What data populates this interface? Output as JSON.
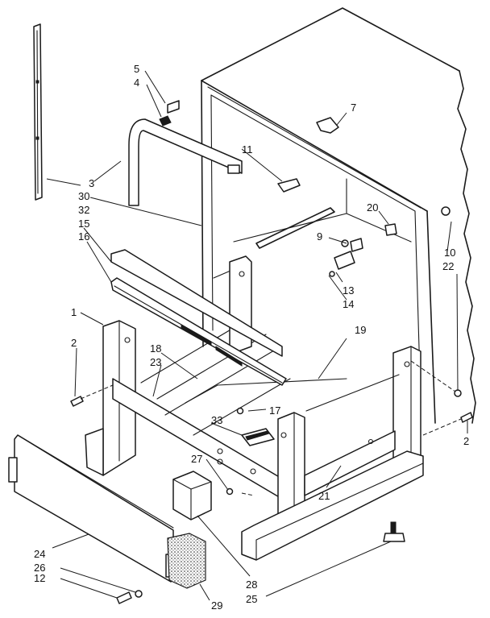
{
  "callouts": {
    "c1": "1",
    "c2a": "2",
    "c2b": "2",
    "c3": "3",
    "c4": "4",
    "c5": "5",
    "c7": "7",
    "c9": "9",
    "c10": "10",
    "c11": "11",
    "c12": "12",
    "c13": "13",
    "c14": "14",
    "c15": "15",
    "c16": "16",
    "c17": "17",
    "c18": "18",
    "c19": "19",
    "c20": "20",
    "c21": "21",
    "c22": "22",
    "c23": "23",
    "c24": "24",
    "c25": "25",
    "c26": "26",
    "c27": "27",
    "c28": "28",
    "c29": "29",
    "c30": "30",
    "c32": "32",
    "c33": "33"
  }
}
